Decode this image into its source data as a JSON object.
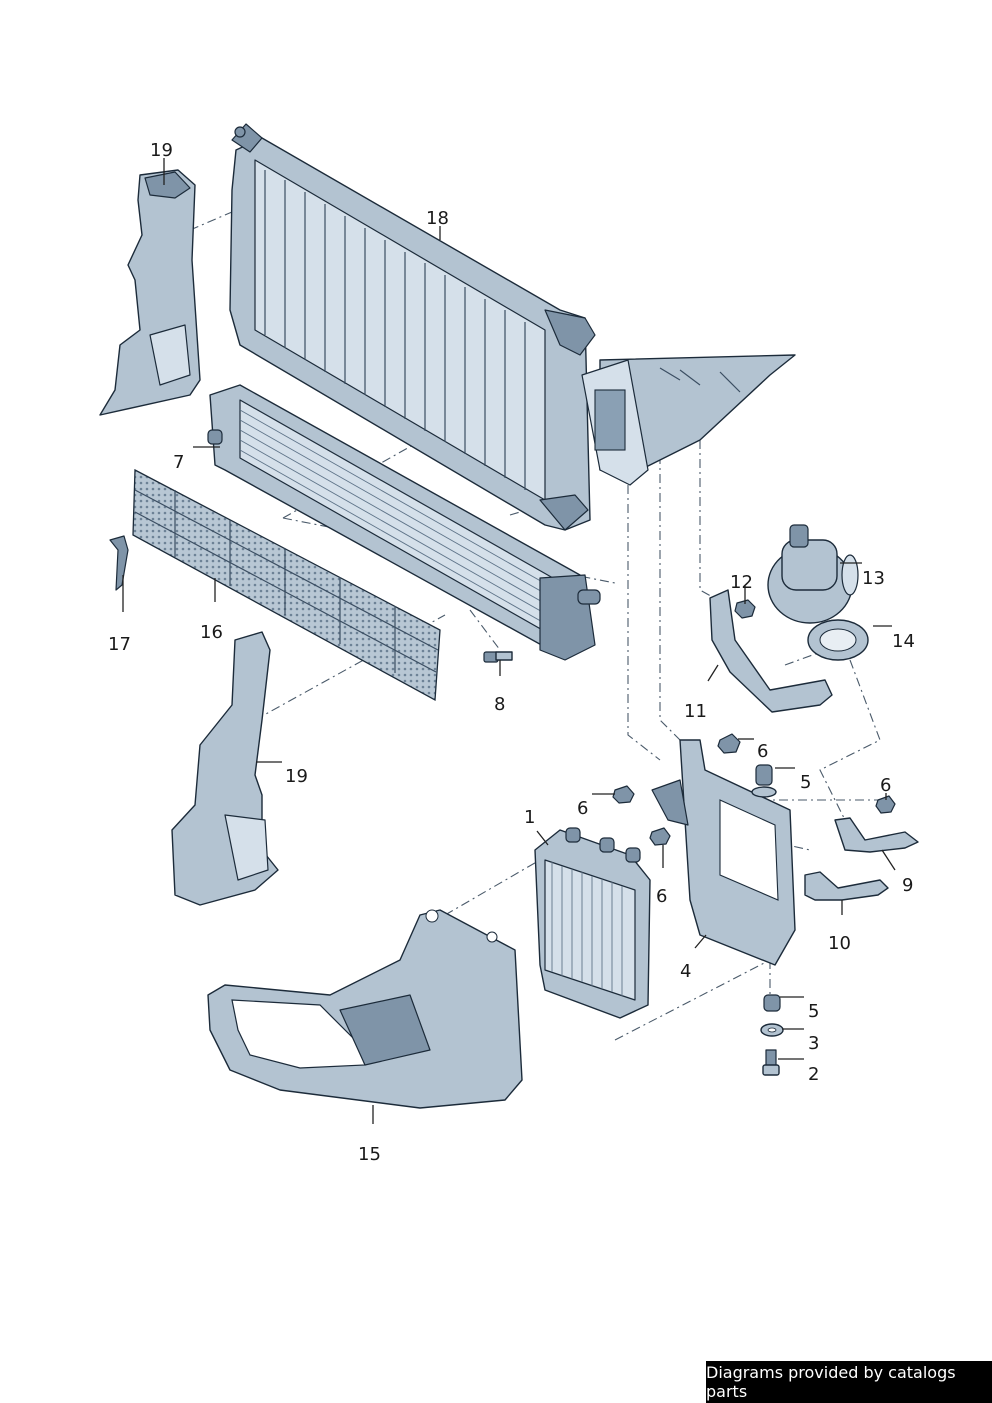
{
  "callouts": {
    "c1": "1",
    "c2": "2",
    "c3": "3",
    "c4": "4",
    "c5a": "5",
    "c5b": "5",
    "c6a": "6",
    "c6b": "6",
    "c6c": "6",
    "c6d": "6",
    "c7": "7",
    "c8": "8",
    "c9": "9",
    "c10": "10",
    "c11": "11",
    "c12": "12",
    "c13": "13",
    "c14": "14",
    "c15": "15",
    "c16": "16",
    "c17": "17",
    "c18": "18",
    "c19a": "19",
    "c19b": "19"
  },
  "watermark": "Diagrams provided by catalogs parts",
  "colors": {
    "part_fill": "#b3c3d1",
    "part_outline": "#1c2b3a",
    "watermark_bg": "#000000"
  }
}
